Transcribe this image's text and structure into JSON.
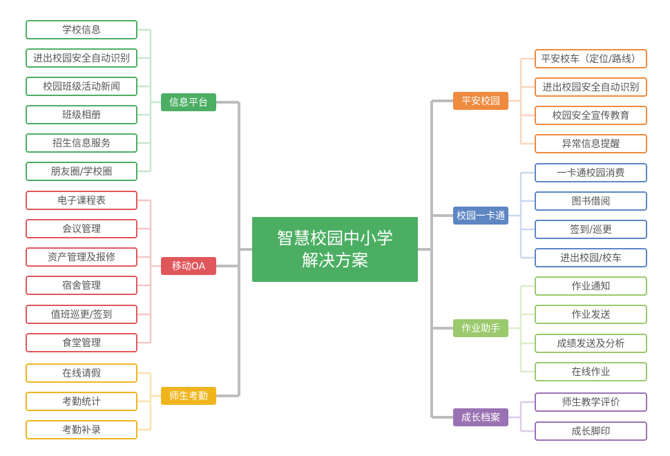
{
  "title_line1": "智慧校园中小学",
  "title_line2": "解决方案",
  "colors": {
    "center": "#4cae63",
    "connector": "#bdbdbd"
  },
  "categories": [
    {
      "label": "信息平台",
      "color": "#4cae63",
      "light": "#c8e6cf",
      "items": [
        "学校信息",
        "进出校园安全自动识别",
        "校园班级活动新闻",
        "班级相册",
        "招生信息服务",
        "朋友圈/学校圈"
      ]
    },
    {
      "label": "移动OA",
      "color": "#e0575b",
      "light": "#f4c7c8",
      "items": [
        "电子课程表",
        "会议管理",
        "资产管理及报修",
        "宿舍管理",
        "值班巡更/签到",
        "食堂管理"
      ]
    },
    {
      "label": "师生考勤",
      "color": "#f0b51e",
      "light": "#f8e3ad",
      "items": [
        "在线请假",
        "考勤统计",
        "考勤补录"
      ]
    },
    {
      "label": "平安校园",
      "color": "#ef8b3e",
      "light": "#f9d6bd",
      "items": [
        "平安校车（定位/路线）",
        "进出校园安全自动识别",
        "校园安全宣传教育",
        "异常信息提醒"
      ]
    },
    {
      "label": "校园一卡通",
      "color": "#5d86c3",
      "light": "#c9d8ef",
      "items": [
        "一卡通校园消费",
        "图书借阅",
        "签到/巡更",
        "进出校园/校车"
      ]
    },
    {
      "label": "作业助手",
      "color": "#9bc96d",
      "light": "#dcedc9",
      "items": [
        "作业通知",
        "作业发送",
        "成绩发送及分析",
        "在线作业"
      ]
    },
    {
      "label": "成长档案",
      "color": "#9a72b3",
      "light": "#dccbe7",
      "items": [
        "师生教学评价",
        "成长脚印"
      ]
    }
  ]
}
